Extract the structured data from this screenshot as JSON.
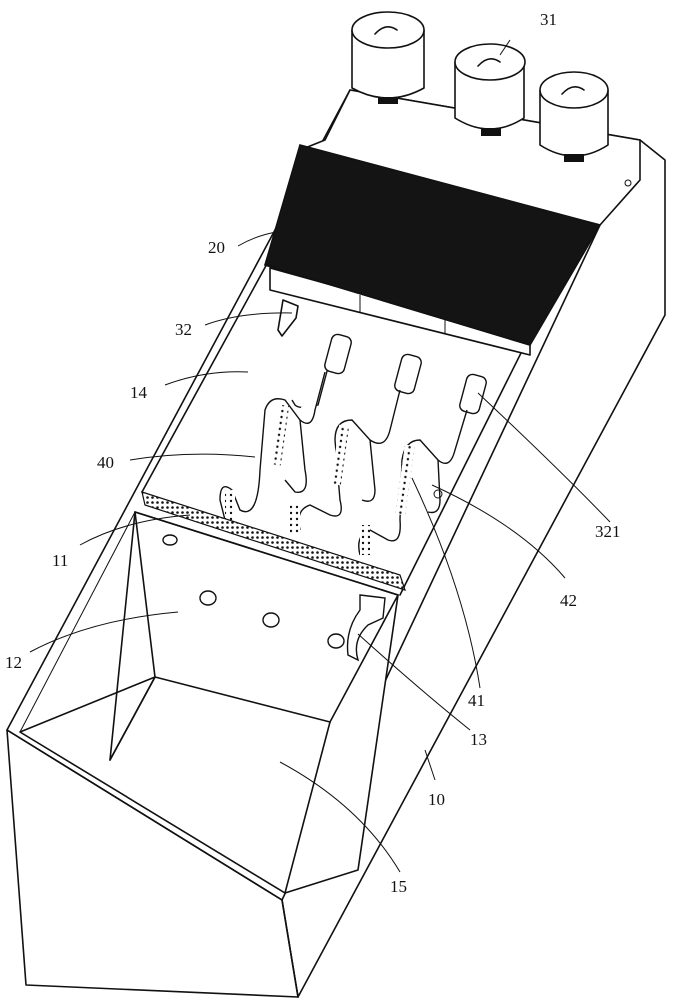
{
  "colors": {
    "line": "#111111",
    "background": "#ffffff",
    "panel": "#141414"
  },
  "labels": [
    {
      "id": "l10",
      "text": "10"
    },
    {
      "id": "l11",
      "text": "11"
    },
    {
      "id": "l12",
      "text": "12"
    },
    {
      "id": "l13",
      "text": "13"
    },
    {
      "id": "l14",
      "text": "14"
    },
    {
      "id": "l15",
      "text": "15"
    },
    {
      "id": "l20",
      "text": "20"
    },
    {
      "id": "l31",
      "text": "31"
    },
    {
      "id": "l32",
      "text": "32"
    },
    {
      "id": "l40",
      "text": "40"
    },
    {
      "id": "l41",
      "text": "41"
    },
    {
      "id": "l42",
      "text": "42"
    },
    {
      "id": "l321",
      "text": "321"
    }
  ]
}
